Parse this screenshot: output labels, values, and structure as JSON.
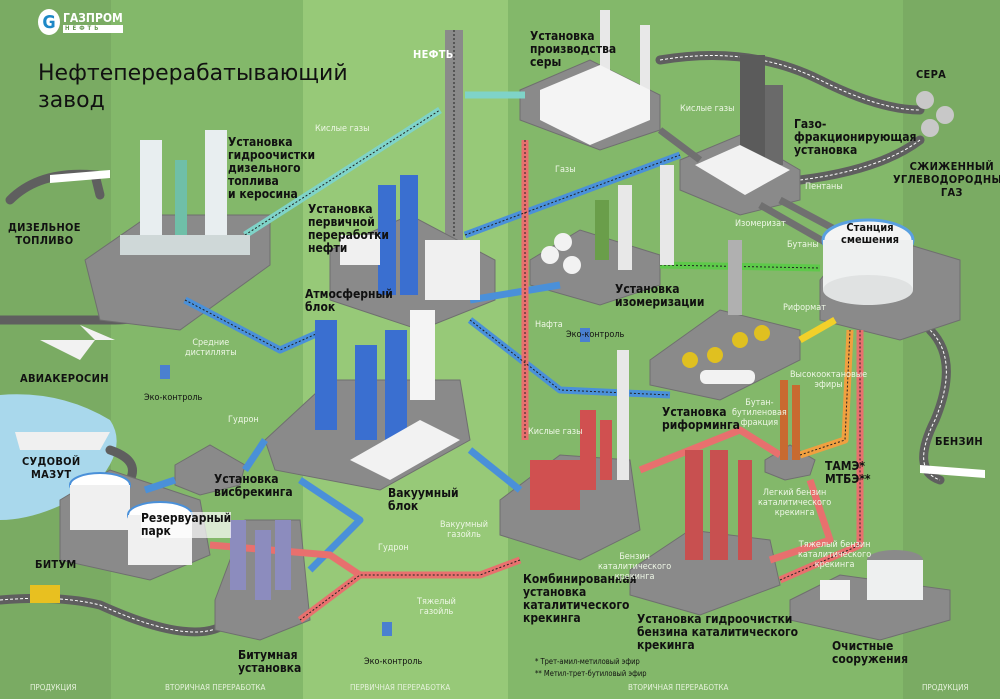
{
  "brand": {
    "name": "ГАЗПРОМ",
    "sub": "НЕФТЬ",
    "icon": "gazprom-flame-logo"
  },
  "title": "Нефтеперерабатывающий\nзавод",
  "input": {
    "label": "НЕФТЬ"
  },
  "units": {
    "hydro_diesel": "Установка\nгидроочистки\nдизельного\nтоплива\nи керосина",
    "primary": "Установка\nпервичной\nпереработки\nнефти",
    "atmospheric": "Атмосферный\nблок",
    "vacuum": "Вакуумный\nблок",
    "sulfur": "Установка\nпроизводства\nсеры",
    "gas_fractionation": "Газо-\nфракционирующая\nустановка",
    "isomerization": "Установка\nизомеризации",
    "reforming": "Установка\nриформинга",
    "mixing_station": "Станция\nсмешения",
    "visbreaking": "Установка\nвисбрекинга",
    "tank_farm": "Резервуарный\nпарк",
    "bitumen_unit": "Битумная\nустановка",
    "cat_cracking": "Комбинированная\nустановка\nкаталитического\nкрекинга",
    "hydro_gasoline": "Установка гидроочистки\nбензина каталитического\nкрекинга",
    "ethers": "ТАМЭ*\nМТБЭ**",
    "treatment": "Очистные\nсооружения"
  },
  "products": {
    "diesel": "ДИЗЕЛЬНОЕ\nТОПЛИВО",
    "jet_fuel": "АВИАКЕРОСИН",
    "marine_fuel": "СУДОВОЙ\nМАЗУТ",
    "bitumen": "БИТУМ",
    "sulfur": "СЕРА",
    "lpg": "СЖИЖЕННЫЙ\nУГЛЕВОДОРОДНЫЙ\nГАЗ",
    "gasoline": "БЕНЗИН"
  },
  "flows": {
    "sour_gas_1": "Кислые газы",
    "sour_gas_2": "Кислые газы",
    "sour_gas_3": "Кислые газы",
    "gases": "Газы",
    "middle_distillates": "Средние\nдистилляты",
    "naphtha": "Нафта",
    "pentanes": "Пентаны",
    "butanes": "Бутаны",
    "isomerate": "Изомеризат",
    "reformate": "Риформат",
    "high_octane_ethers": "Высокооктановые\nэфиры",
    "butane_butylene": "Бутан-\nбутиленовая\nфракция",
    "light_cat_gasoline": "Легкий бензин\nкаталитического\nкрекинга",
    "heavy_cat_gasoline": "Тяжелый бензин\nкаталитического\nкрекинга",
    "cat_gasoline": "Бензин\nкаталитического\nкрекинга",
    "tar_1": "Гудрон",
    "tar_2": "Гудрон",
    "vacuum_gasoil": "Вакуумный\nгазойль",
    "heavy_gasoil": "Тяжелый\nгазойль"
  },
  "eco": [
    "Эко-контроль",
    "Эко-контроль",
    "Эко-контроль"
  ],
  "footnotes": "* Трет-амил-метиловый эфир\n** Метил-трет-бутиловый эфир",
  "footer": {
    "left_product": "ПРОДУКЦИЯ",
    "left_secondary": "ВТОРИЧНАЯ ПЕРЕРАБОТКА",
    "primary": "ПЕРВИЧНАЯ ПЕРЕРАБОТКА",
    "right_secondary": "ВТОРИЧНАЯ ПЕРЕРАБОТКА",
    "right_product": "ПРОДУКЦИЯ"
  },
  "colors": {
    "pipe_blue": "#4a90d9",
    "pipe_red": "#e8706e",
    "pipe_teal": "#7fd3c8",
    "pipe_orange": "#f0a040",
    "pipe_yellow": "#f2d02a",
    "pipe_green": "#5ec94a",
    "road": "#5d5d5d",
    "platform": "#8a8a8a"
  }
}
